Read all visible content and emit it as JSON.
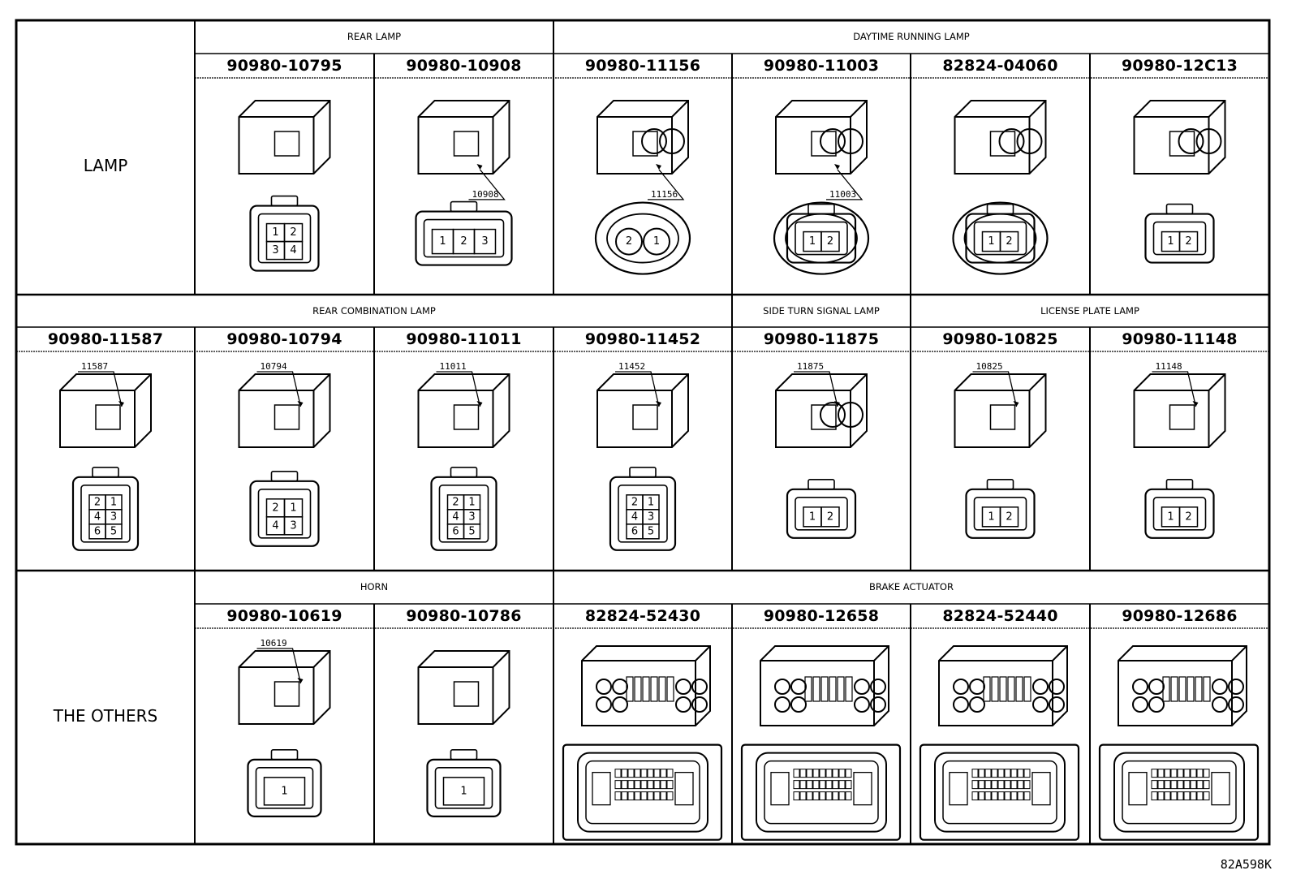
{
  "figure_ref": "82A598K",
  "rows": [
    {
      "label": "LAMP",
      "groups": [
        {
          "title": "REAR LAMP",
          "parts": [
            {
              "number": "90980-10795",
              "pins": [
                "1",
                "2",
                "3",
                "4"
              ],
              "callout": ""
            },
            {
              "number": "90980-10908",
              "pins": [
                "1",
                "2",
                "3"
              ],
              "callout": "10908"
            }
          ]
        },
        {
          "title": "DAYTIME RUNNING LAMP",
          "parts": [
            {
              "number": "90980-11156",
              "pins": [
                "2",
                "1"
              ],
              "callout": "11156"
            },
            {
              "number": "90980-11003",
              "pins": [
                "1",
                "2"
              ],
              "callout": "11003"
            },
            {
              "number": "82824-04060",
              "pins": [
                "1",
                "2"
              ],
              "callout": ""
            },
            {
              "number": "90980-12C13",
              "pins": [
                "1",
                "2"
              ],
              "callout": ""
            }
          ]
        }
      ]
    },
    {
      "label": "",
      "groups": [
        {
          "title": "REAR COMBINATION LAMP",
          "parts": [
            {
              "number": "90980-11587",
              "pins": [
                "2",
                "1",
                "4",
                "3",
                "6",
                "5"
              ],
              "callout": "11587"
            },
            {
              "number": "90980-10794",
              "pins": [
                "2",
                "1",
                "4",
                "3"
              ],
              "callout": "10794"
            },
            {
              "number": "90980-11011",
              "pins": [
                "2",
                "1",
                "4",
                "3",
                "6",
                "5"
              ],
              "callout": "11011"
            },
            {
              "number": "90980-11452",
              "pins": [
                "2",
                "1",
                "4",
                "3",
                "6",
                "5"
              ],
              "callout": "11452"
            }
          ]
        },
        {
          "title": "SIDE TURN SIGNAL LAMP",
          "parts": [
            {
              "number": "90980-11875",
              "pins": [
                "1",
                "2"
              ],
              "callout": "11875"
            }
          ]
        },
        {
          "title": "LICENSE PLATE LAMP",
          "parts": [
            {
              "number": "90980-10825",
              "pins": [
                "1",
                "2"
              ],
              "callout": "10825"
            },
            {
              "number": "90980-11148",
              "pins": [
                "1",
                "2"
              ],
              "callout": "11148"
            }
          ]
        }
      ]
    },
    {
      "label": "THE OTHERS",
      "groups": [
        {
          "title": "HORN",
          "parts": [
            {
              "number": "90980-10619",
              "pins": [
                "1"
              ],
              "callout": "10619"
            },
            {
              "number": "90980-10786",
              "pins": [
                "1"
              ],
              "callout": ""
            }
          ]
        },
        {
          "title": "BRAKE ACTUATOR",
          "parts": [
            {
              "number": "82824-52430",
              "pins": [],
              "callout": ""
            },
            {
              "number": "90980-12658",
              "pins": [],
              "callout": ""
            },
            {
              "number": "82824-52440",
              "pins": [],
              "callout": ""
            },
            {
              "number": "90980-12686",
              "pins": [],
              "callout": ""
            }
          ]
        }
      ]
    }
  ]
}
